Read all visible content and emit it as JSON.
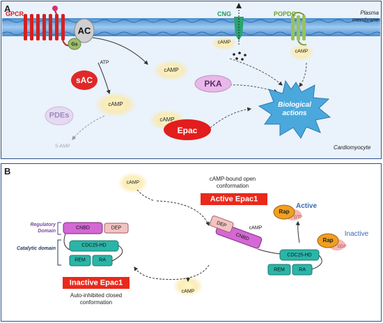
{
  "panel_a": {
    "letter": "A",
    "gpcr": "GPCR",
    "ac": "AC",
    "gs": "Gs",
    "cng": "CNG",
    "popdc": "POPDC",
    "plasma_membrane": "Plasma membrane",
    "camp_cng": "cAMP",
    "camp_popdc": "cAMP",
    "atp": "ATP",
    "sac": "sAC",
    "camp_top": "cAMP",
    "pka": "PKA",
    "camp_mid": "cAMP",
    "pdes": "PDEs",
    "camp_epac": "cAMP",
    "epac": "Epac",
    "biological_actions": "Biological actions",
    "five_amp": "5-AMP",
    "cardiomyocyte": "Cardiomyocyte"
  },
  "panel_b": {
    "letter": "B",
    "open_conformation": "cAMP-bound open conformation",
    "active_epac1": "Active Epac1",
    "inactive_epac1": "Inactive Epac1",
    "closed_conformation": "Auto-inhibited closed conformation",
    "camp_upper": "cAMP",
    "camp_lower": "cAMP",
    "regulatory_domain": "Regulatory Domain",
    "catalytic_domain": "Catalytic domain",
    "inactive": {
      "cnbd": "CNBD",
      "dep": "DEP",
      "cdc25": "CDC25-HD",
      "rem": "REM",
      "ra": "RA"
    },
    "active": {
      "dep": "DEP",
      "cnbd": "CNBD",
      "camp": "cAMP",
      "cdc25": "CDC25-HD",
      "rem": "REM",
      "ra": "RA"
    },
    "rap_active": "Rap",
    "gtp": "GTP",
    "active_label": "Active",
    "rap_inactive": "Rap",
    "gdp": "GDP",
    "inactive_label": "Inactive"
  },
  "colors": {
    "frame": "#2c4f80",
    "red_box": "#e8291c",
    "pka": "#e8b8e8",
    "cdc25": "#2bb5a8",
    "cnbd": "#d468d4",
    "dep": "#f3c3c3",
    "rap": "#f0a020",
    "star": "#4aa8dc"
  }
}
